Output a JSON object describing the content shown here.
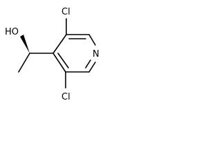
{
  "molecule": {
    "atoms": {
      "hydroxyl": "HO",
      "chlorine_top": "Cl",
      "chlorine_bottom": "Cl",
      "nitrogen": "N"
    },
    "colors": {
      "bond": "#000000",
      "label": "#000000",
      "background": "#ffffff"
    }
  }
}
